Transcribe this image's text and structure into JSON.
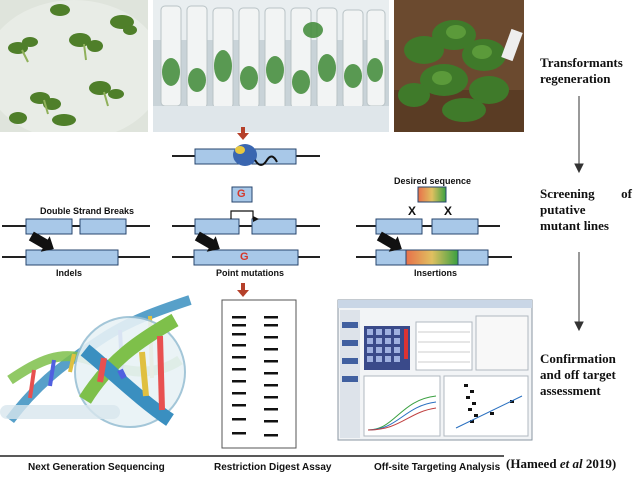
{
  "stages": {
    "regeneration": "Transformants regeneration",
    "screening_line1": "Screening of",
    "screening_line2": "putative",
    "screening_line3": "mutant lines",
    "confirmation_line1": "Confirmation",
    "confirmation_line2": "and off target",
    "confirmation_line3": "assessment"
  },
  "edits": {
    "dsb_label": "Double Strand Breaks",
    "desired_label": "Desired sequence",
    "g_letter": "G",
    "x_mark": "X",
    "indels": "Indels",
    "point_mutations": "Point mutations",
    "insertions": "Insertions"
  },
  "methods": {
    "ngs": "Next Generation Sequencing",
    "rda": "Restriction Digest Assay",
    "ota": "Off-site Targeting Analysis"
  },
  "citation": {
    "author": "Hameed ",
    "etal": "et al",
    "year": " 2019"
  },
  "colors": {
    "box_blue": "#a8c8e8",
    "box_stroke": "#27466e",
    "arrow_red": "#b5402a",
    "g_red": "#d6372a"
  }
}
